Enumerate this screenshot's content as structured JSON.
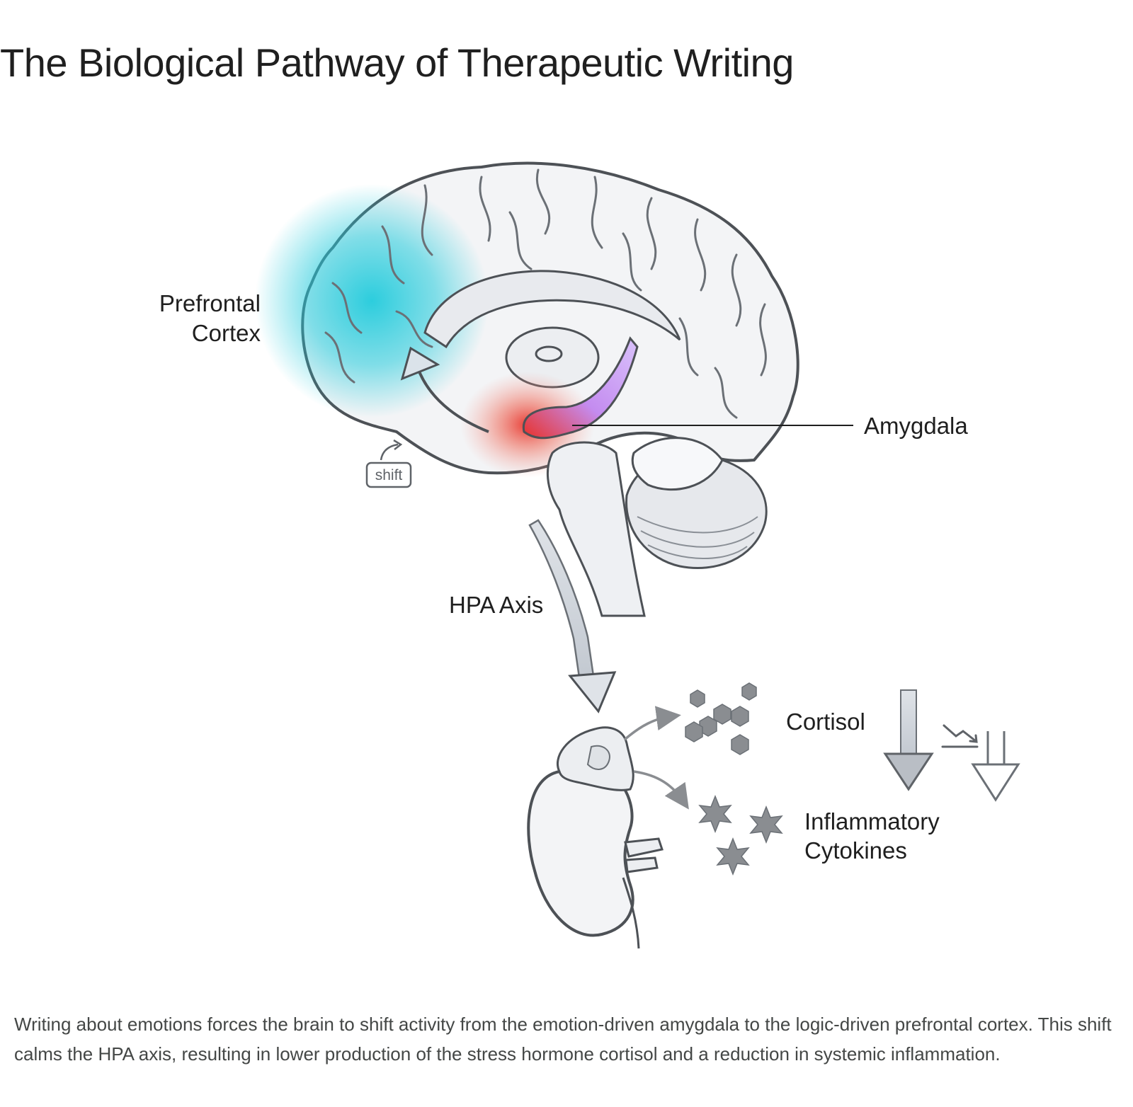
{
  "title": "The Biological Pathway of Therapeutic Writing",
  "labels": {
    "prefrontal_cortex_line1": "Prefrontal",
    "prefrontal_cortex_line2": "Cortex",
    "amygdala": "Amygdala",
    "shift_key": "shift",
    "hpa_axis": "HPA Axis",
    "cortisol": "Cortisol",
    "inflammatory_line1": "Inflammatory",
    "inflammatory_line2": "Cytokines"
  },
  "colors": {
    "prefrontal_glow": "#22cbdc",
    "amygdala_glow": "#e8322a",
    "pathway_purple": "#b48cf0",
    "line": "#5f6368",
    "brain_fill": "#f3f4f6",
    "molecule": "#8a8d91"
  },
  "icons": [
    "shift-key-icon",
    "upward-arrow-icon",
    "trend-down-icon",
    "down-arrow-icon"
  ],
  "caption": "Writing about emotions forces the brain to shift activity from the emotion-driven amygdala to the logic-driven prefrontal cortex. This shift calms the HPA axis, resulting in lower production of the stress hormone cortisol and a reduction in systemic inflammation."
}
